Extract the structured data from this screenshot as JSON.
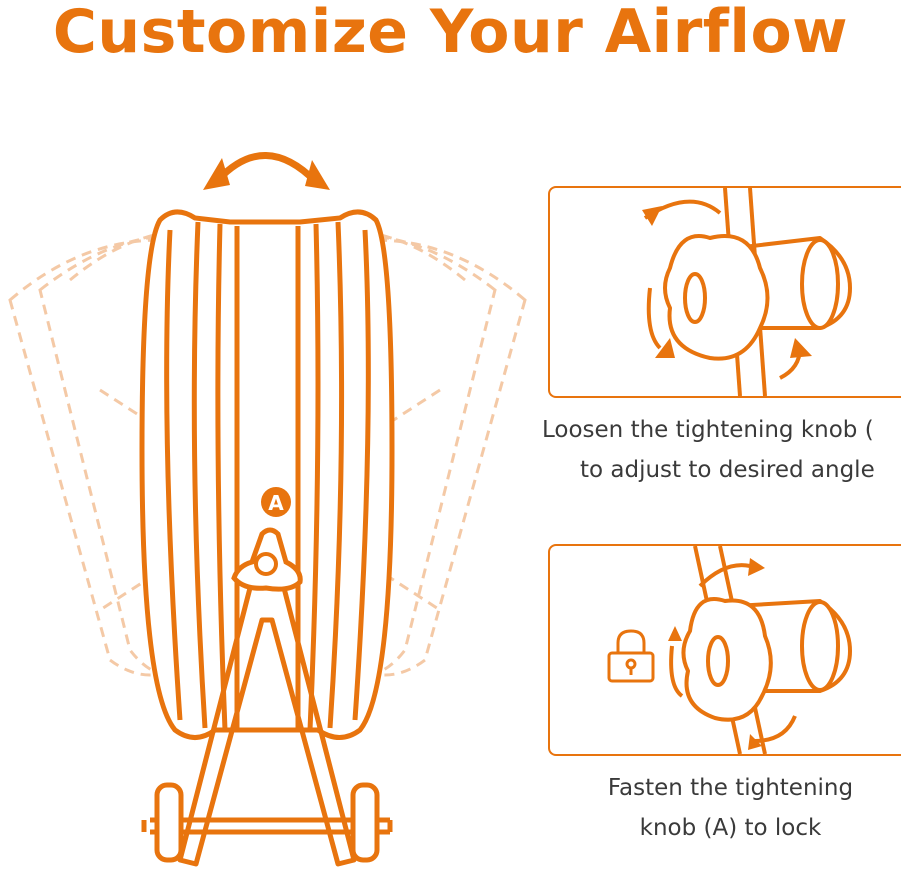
{
  "title": "Customize Your Airflow",
  "knob_label": "A",
  "step1": {
    "line1": "Loosen the tightening  knob (",
    "line2": "to adjust to desired angle"
  },
  "step2": {
    "line1": "Fasten the tightening",
    "line2": "knob (A) to lock"
  },
  "colors": {
    "accent": "#E8740E",
    "faded": "#F4C9A6",
    "text": "#3a3a3a"
  },
  "icons": [
    "rotate-arrow-icon",
    "lock-icon",
    "knob-icon"
  ]
}
